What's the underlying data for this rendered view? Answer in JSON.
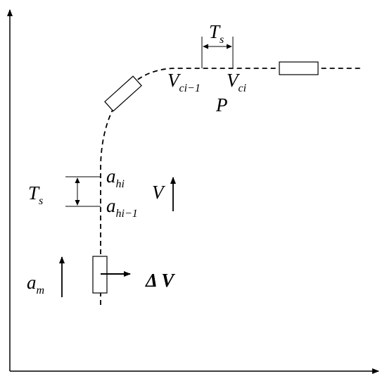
{
  "labels": {
    "ts_top": {
      "main": "T",
      "sub": "s"
    },
    "vc_prev": {
      "main": "V",
      "sub": "ci−1"
    },
    "vc": {
      "main": "V",
      "sub": "ci"
    },
    "p": "P",
    "ts_left": {
      "main": "T",
      "sub": "s"
    },
    "ahi": {
      "main": "a",
      "sub": "hi"
    },
    "ahi_prev": {
      "main": "a",
      "sub": "hi−1"
    },
    "v": "V",
    "am": {
      "main": "a",
      "sub": "m"
    },
    "delta_v": "Δ V"
  }
}
